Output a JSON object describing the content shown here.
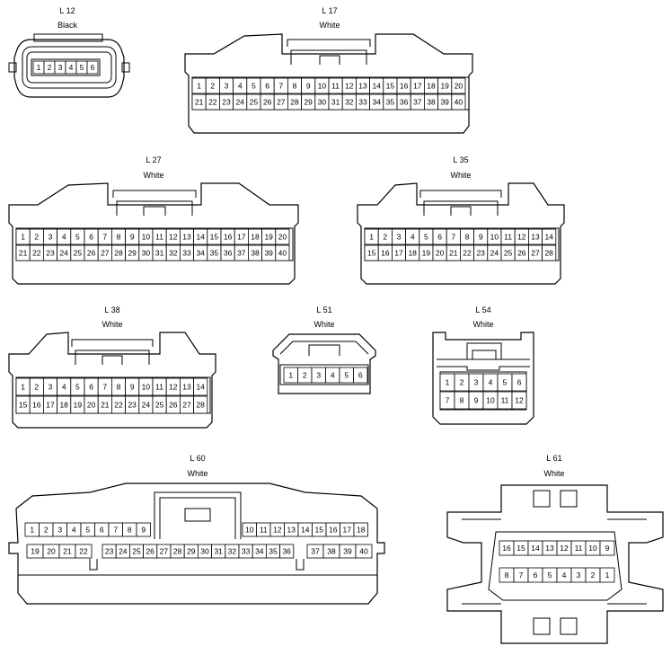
{
  "connectors": {
    "L12": {
      "code": "L 12",
      "color": "Black",
      "row1": [
        "1",
        "2",
        "3",
        "4",
        "5",
        "6"
      ]
    },
    "L17": {
      "code": "L 17",
      "color": "White",
      "row1": [
        "1",
        "2",
        "3",
        "4",
        "5",
        "6",
        "7",
        "8",
        "9",
        "10",
        "11",
        "12",
        "13",
        "14",
        "15",
        "16",
        "17",
        "18",
        "19",
        "20"
      ],
      "row2": [
        "21",
        "22",
        "23",
        "24",
        "25",
        "26",
        "27",
        "28",
        "29",
        "30",
        "31",
        "32",
        "33",
        "34",
        "35",
        "36",
        "37",
        "38",
        "39",
        "40"
      ]
    },
    "L27": {
      "code": "L 27",
      "color": "White",
      "row1": [
        "1",
        "2",
        "3",
        "4",
        "5",
        "6",
        "7",
        "8",
        "9",
        "10",
        "11",
        "12",
        "13",
        "14",
        "15",
        "16",
        "17",
        "18",
        "19",
        "20"
      ],
      "row2": [
        "21",
        "22",
        "23",
        "24",
        "25",
        "26",
        "27",
        "28",
        "29",
        "30",
        "31",
        "32",
        "33",
        "34",
        "35",
        "36",
        "37",
        "38",
        "39",
        "40"
      ]
    },
    "L35": {
      "code": "L 35",
      "color": "White",
      "row1": [
        "1",
        "2",
        "3",
        "4",
        "5",
        "6",
        "7",
        "8",
        "9",
        "10",
        "11",
        "12",
        "13",
        "14"
      ],
      "row2": [
        "15",
        "16",
        "17",
        "18",
        "19",
        "20",
        "21",
        "22",
        "23",
        "24",
        "25",
        "26",
        "27",
        "28"
      ]
    },
    "L38": {
      "code": "L 38",
      "color": "White",
      "row1": [
        "1",
        "2",
        "3",
        "4",
        "5",
        "6",
        "7",
        "8",
        "9",
        "10",
        "11",
        "12",
        "13",
        "14"
      ],
      "row2": [
        "15",
        "16",
        "17",
        "18",
        "19",
        "20",
        "21",
        "22",
        "23",
        "24",
        "25",
        "26",
        "27",
        "28"
      ]
    },
    "L51": {
      "code": "L 51",
      "color": "White",
      "row1": [
        "1",
        "2",
        "3",
        "4",
        "5",
        "6"
      ]
    },
    "L54": {
      "code": "L 54",
      "color": "White",
      "row1": [
        "1",
        "2",
        "3",
        "4",
        "5",
        "6"
      ],
      "row2": [
        "7",
        "8",
        "9",
        "10",
        "11",
        "12"
      ]
    },
    "L60": {
      "code": "L 60",
      "color": "White",
      "row1a": [
        "1",
        "2",
        "3",
        "4",
        "5",
        "6",
        "7",
        "8",
        "9"
      ],
      "row1b": [
        "10",
        "11",
        "12",
        "13",
        "14",
        "15",
        "16",
        "17",
        "18"
      ],
      "row2a": [
        "19",
        "20",
        "21",
        "22"
      ],
      "row2b": [
        "23",
        "24",
        "25",
        "26",
        "27",
        "28",
        "29",
        "30",
        "31",
        "32",
        "33",
        "34",
        "35",
        "36"
      ],
      "row2c": [
        "37",
        "38",
        "39",
        "40"
      ]
    },
    "L61": {
      "code": "L 61",
      "color": "White",
      "row1": [
        "16",
        "15",
        "14",
        "13",
        "12",
        "11",
        "10",
        "9"
      ],
      "row2": [
        "8",
        "7",
        "6",
        "5",
        "4",
        "3",
        "2",
        "1"
      ]
    }
  }
}
